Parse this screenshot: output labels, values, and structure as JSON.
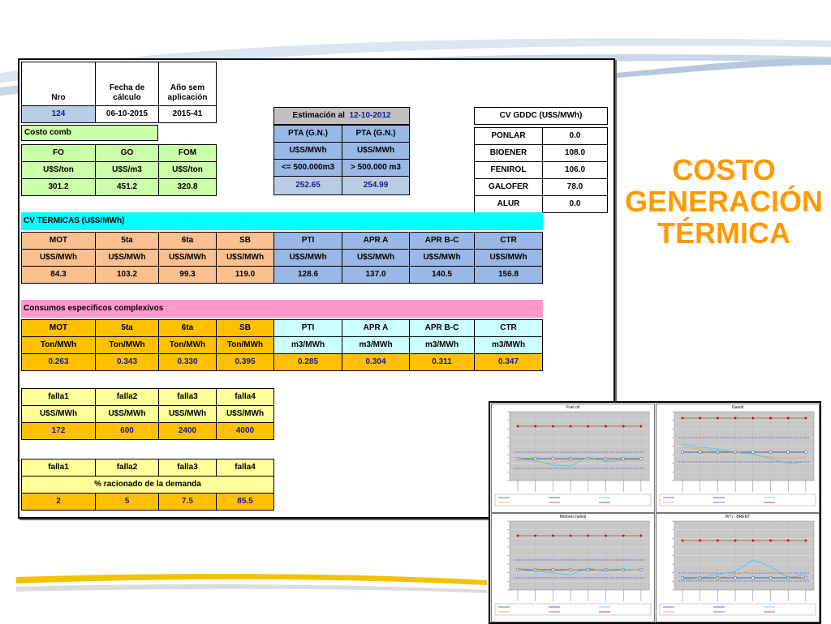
{
  "title_lines": [
    "COSTO",
    "GENERACIÓN",
    "TÉRMICA"
  ],
  "header": {
    "nro_label": "Nro",
    "fecha_label": "Fecha de cálculo",
    "anio_label": "Año sem aplicación",
    "nro": "124",
    "fecha": "06-10-2015",
    "anio": "2015-41"
  },
  "costo_comb": {
    "label": "Costo comb",
    "headers": [
      "FO",
      "GO",
      "FOM"
    ],
    "units": [
      "U$S/ton",
      "U$S/m3",
      "U$S/ton"
    ],
    "values": [
      "301.2",
      "451.2",
      "320.8"
    ]
  },
  "pta": {
    "estimacion_label": "Estimación al",
    "estimacion_date": "12-10-2012",
    "headers": [
      "PTA (G.N.)",
      "PTA (G.N.)"
    ],
    "units": [
      "U$S/MWh",
      "U$S/MWh"
    ],
    "ranges": [
      "<= 500.000m3",
      "> 500.000 m3"
    ],
    "values": [
      "252.65",
      "254.99"
    ]
  },
  "cv_gddc": {
    "title": "CV GDDC (U$S/MWh)",
    "rows": [
      {
        "name": "PONLAR",
        "value": "0.0"
      },
      {
        "name": "BIOENER",
        "value": "108.0"
      },
      {
        "name": "FENIROL",
        "value": "106.0"
      },
      {
        "name": "GALOFER",
        "value": "78.0"
      },
      {
        "name": "ALUR",
        "value": "0.0"
      }
    ]
  },
  "cv_termicas": {
    "title": "CV TERMICAS (U$S/MWh)",
    "headers": [
      "MOT",
      "5ta",
      "6ta",
      "SB",
      "PTI",
      "APR A",
      "APR B-C",
      "CTR"
    ],
    "units": [
      "U$S/MWh",
      "U$S/MWh",
      "U$S/MWh",
      "U$S/MWh",
      "U$S/MWh",
      "U$S/MWh",
      "U$S/MWh",
      "U$S/MWh"
    ],
    "values": [
      "84.3",
      "103.2",
      "99.3",
      "119.0",
      "128.6",
      "137.0",
      "140.5",
      "156.8"
    ]
  },
  "consumos": {
    "title": "Consumos especificos complexivos",
    "headers": [
      "MOT",
      "5ta",
      "6ta",
      "SB",
      "PTI",
      "APR A",
      "APR B-C",
      "CTR"
    ],
    "units": [
      "Ton/MWh",
      "Ton/MWh",
      "Ton/MWh",
      "Ton/MWh",
      "m3/MWh",
      "m3/MWh",
      "m3/MWh",
      "m3/MWh"
    ],
    "values": [
      "0.263",
      "0.343",
      "0.330",
      "0.395",
      "0.285",
      "0.304",
      "0.311",
      "0.347"
    ]
  },
  "falla_costos": {
    "headers": [
      "falla1",
      "falla2",
      "falla3",
      "falla4"
    ],
    "units": [
      "U$S/MWh",
      "U$S/MWh",
      "U$S/MWh",
      "U$S/MWh"
    ],
    "values": [
      "172",
      "600",
      "2400",
      "4000"
    ]
  },
  "falla_racionado": {
    "headers": [
      "falla1",
      "falla2",
      "falla3",
      "falla4"
    ],
    "label": "% racionado de la demanda",
    "values": [
      "2",
      "5",
      "7.5",
      "85.5"
    ]
  },
  "colors": {
    "title": "#ff9900",
    "header_blue": "#99b8e6",
    "value_blue": "#b8cce4",
    "green": "#ccffaa",
    "salmon": "#fac090",
    "yellow": "#ffc000",
    "light_yellow": "#ffff99",
    "cyan": "#00ffff",
    "pink": "#ff99cc"
  },
  "charts": [
    {
      "title": "Fuel oil"
    },
    {
      "title": "Gasoil"
    },
    {
      "title": "Motores fueloil"
    },
    {
      "title": "WTI - BRENT"
    }
  ]
}
